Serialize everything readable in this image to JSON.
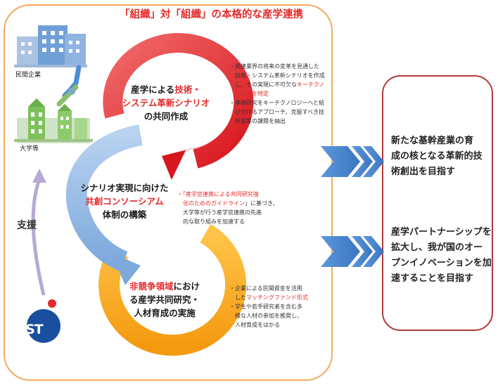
{
  "title": "「組織」対「組織」の本格的な産学連携",
  "labels": {
    "company": "民間企業",
    "university": "大学等",
    "support": "支援",
    "jst": "JST"
  },
  "stage1": {
    "prefix": "産学による",
    "hl1": "技術・",
    "hl2": "システム革新シナリオ",
    "line3": "の共同作成"
  },
  "stage2": {
    "line1": "シナリオ実現に向けた",
    "hl": "共創コンソーシアム",
    "line3": "体制の構築"
  },
  "stage3": {
    "hl": "非競争領域",
    "line1_rest": "におけ",
    "line2": "る産学共同研究・",
    "line3": "人材育成の実施"
  },
  "notes1": {
    "a1": "・関連業界の将来の変革を見通した",
    "a2": "技術・システム革新シナリオを作成",
    "a3_pre": "し、その実現に不可欠な",
    "a3_red": "キーテクノ",
    "a4_red": "ロジーを特定",
    "b1": "・基礎研究をキーテクノロジーへと結",
    "b2": "び付けるアプローチ、克服すべき技",
    "b3": "術面等の課題を抽出"
  },
  "notes2": {
    "a1_red": "・「産学官連携による共同研究強",
    "a2_red": "化のためのガイドライン",
    "a2_rest": "」に基づき、",
    "a3": "大学等が行う産学官連携の先進",
    "a4": "的な取り組みを加速する"
  },
  "notes3": {
    "a1": "・企業による民間資金を活用",
    "a2_pre": "した",
    "a2_red": "マッチングファンド形式",
    "b1": "・学生や若手研究者を含む多",
    "b2": "様な人材の参加を推奨し、",
    "b3": "人材育成をはかる"
  },
  "goal1": {
    "l1": "新たな基幹産業の育",
    "l2": "成の核となる革新的技",
    "l3": "術創出を目指す"
  },
  "goal2": {
    "l1": "産学パートナーシップを",
    "l2": "拡大し、我が国のオー",
    "l3": "プンイノベーションを加",
    "l4": "速することを目指す"
  },
  "colors": {
    "red": "#e32a2a",
    "orange": "#f5a21e",
    "blue": "#8eb6e4",
    "chevron": "#4a86cf",
    "lavender": "#b7a8d6",
    "frame": "#f4a95c",
    "goal_border": "#b23a3a"
  }
}
